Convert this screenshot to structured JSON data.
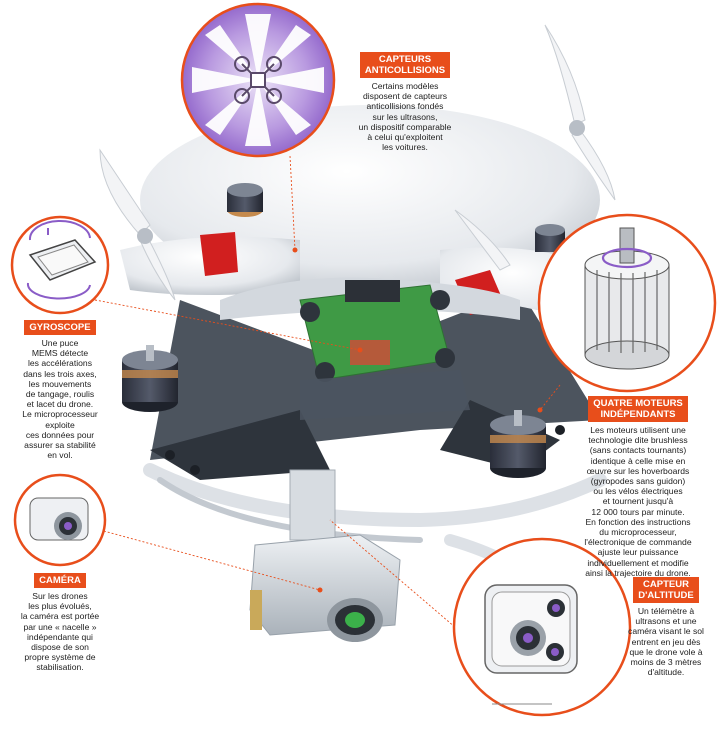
{
  "callouts": {
    "anticollision": {
      "title_line1": "CAPTEURS",
      "title_line2": "ANTICOLLISIONS",
      "body": [
        "Certains modèles",
        "disposent de capteurs",
        "anticollisions fondés",
        "sur les ultrasons,",
        "un dispositif comparable",
        "à celui qu'exploitent",
        "les voitures."
      ]
    },
    "gyroscope": {
      "title": "GYROSCOPE",
      "body": [
        "Une puce",
        "MEMS détecte",
        "les accélérations",
        "dans les trois axes,",
        "les mouvements",
        "de tangage, roulis",
        "et lacet du drone.",
        "Le microprocesseur",
        "exploite",
        "ces données pour",
        "assurer sa stabilité",
        "en vol."
      ]
    },
    "motors": {
      "title_line1": "QUATRE MOTEURS",
      "title_line2": "INDÉPENDANTS",
      "body": [
        "Les moteurs utilisent une",
        "technologie dite brushless",
        "(sans contacts tournants)",
        "identique à celle mise en",
        "œuvre sur les hoverboards",
        "(gyropodes sans guidon)",
        "ou les vélos électriques",
        "et tournent jusqu'à",
        "12 000 tours par minute.",
        "En fonction des instructions",
        "du microprocesseur,",
        "l'électronique de commande",
        "ajuste leur puissance",
        "individuellement et modifie",
        "ainsi la trajectoire du drone."
      ]
    },
    "camera": {
      "title": "CAMÉRA",
      "body": [
        "Sur les drones",
        "les plus évolués,",
        "la caméra est portée",
        "par une « nacelle »",
        "indépendante qui",
        "dispose de son",
        "propre système de",
        "stabilisation."
      ]
    },
    "altitude": {
      "title_line1": "CAPTEUR",
      "title_line2": "D'ALTITUDE",
      "body": [
        "Un télémètre à",
        "ultrasons et une",
        "caméra visant le sol",
        "entrent en jeu dès",
        "que le drone vole à",
        "moins de 3 mètres",
        "d'altitude."
      ]
    }
  },
  "colors": {
    "accent": "#e84e1b",
    "drone_white": "#eceff2",
    "frame": "#3d4550",
    "pcb": "#3f9a45",
    "stripe": "#d11f1f",
    "purple": "#8a5cc7"
  }
}
